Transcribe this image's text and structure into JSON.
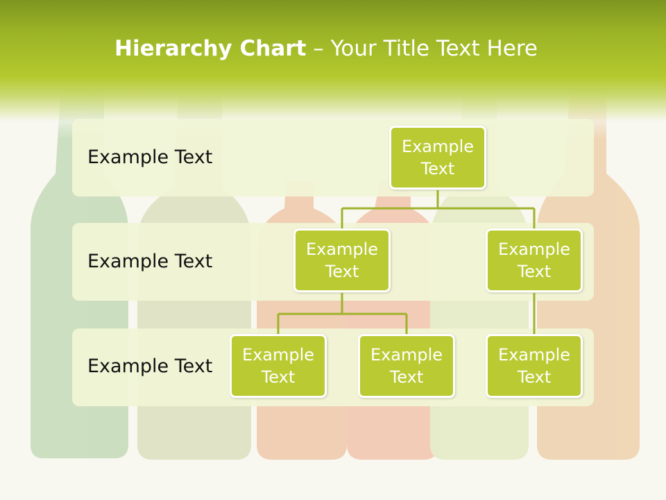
{
  "title": {
    "bold": "Hierarchy Chart",
    "rest": " – Your Title Text Here"
  },
  "levels": [
    {
      "label": "Example Text"
    },
    {
      "label": "Example Text"
    },
    {
      "label": "Example Text"
    }
  ],
  "nodes": {
    "root": {
      "line1": "Example",
      "line2": "Text"
    },
    "mid_left": {
      "line1": "Example",
      "line2": "Text"
    },
    "mid_right": {
      "line1": "Example",
      "line2": "Text"
    },
    "leaf_1": {
      "line1": "Example",
      "line2": "Text"
    },
    "leaf_2": {
      "line1": "Example",
      "line2": "Text"
    },
    "leaf_3": {
      "line1": "Example",
      "line2": "Text"
    }
  },
  "colors": {
    "header_top": "#7e9620",
    "header_accent": "#b4c92e",
    "node_fill": "#b9ca33",
    "connector": "#9fb22a",
    "band_fill": "#f1f5d6"
  }
}
